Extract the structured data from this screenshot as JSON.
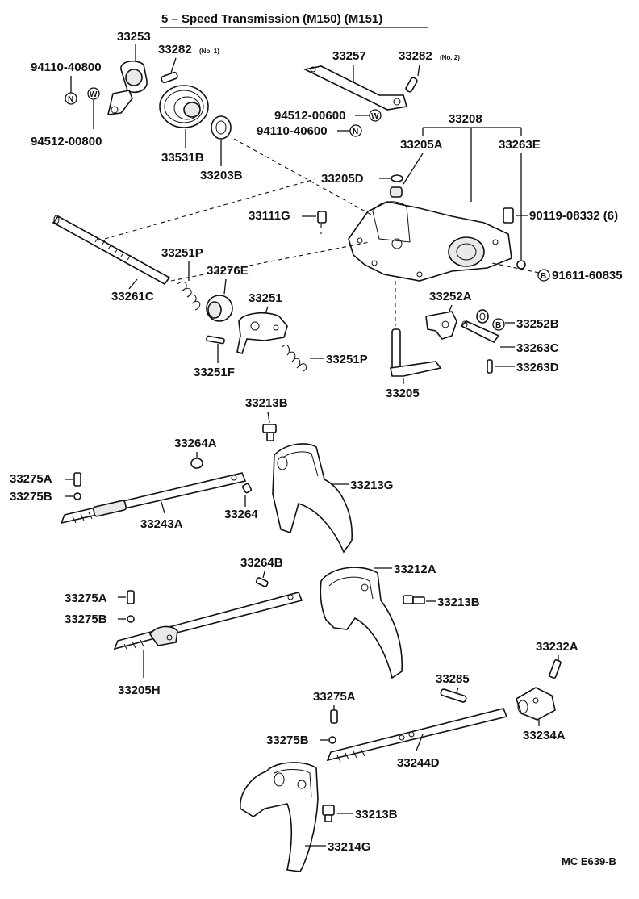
{
  "title": "5 – Speed Transmission (M150) (M151)",
  "footer_code": "MC E639-B",
  "parts": {
    "p33253": "33253",
    "p33282_no1": "33282",
    "p33282_no1_suffix": "(No. 1)",
    "p33257": "33257",
    "p33282_no2": "33282",
    "p33282_no2_suffix": "(No. 2)",
    "p94110_40800": "94110-40800",
    "p94512_00800": "94512-00800",
    "p33531B": "33531B",
    "p33203B": "33203B",
    "p94512_00600": "94512-00600",
    "p94110_40600": "94110-40600",
    "p33208": "33208",
    "p33205A": "33205A",
    "p33263E": "33263E",
    "p33205D": "33205D",
    "p33111G": "33111G",
    "p90119_08332": "90119-08332 (6)",
    "p91611_60835": "91611-60835",
    "p33251P_top": "33251P",
    "p33276E": "33276E",
    "p33261C": "33261C",
    "p33251": "33251",
    "p33252A": "33252A",
    "p33252B": "33252B",
    "p33263C": "33263C",
    "p33263D": "33263D",
    "p33251F": "33251F",
    "p33251P_bot": "33251P",
    "p33205": "33205",
    "p33213B_top": "33213B",
    "p33264A": "33264A",
    "p33275A_1": "33275A",
    "p33275B_1": "33275B",
    "p33213G": "33213G",
    "p33264": "33264",
    "p33243A": "33243A",
    "p33264B": "33264B",
    "p33212A": "33212A",
    "p33275A_2": "33275A",
    "p33275B_2": "33275B",
    "p33213B_mid": "33213B",
    "p33205H": "33205H",
    "p33232A": "33232A",
    "p33285": "33285",
    "p33275A_3": "33275A",
    "p33275B_3": "33275B",
    "p33234A": "33234A",
    "p33244D": "33244D",
    "p33213B_bot": "33213B",
    "p33214G": "33214G"
  },
  "markers": {
    "nut": "N",
    "washer": "W",
    "bolt": "B"
  }
}
